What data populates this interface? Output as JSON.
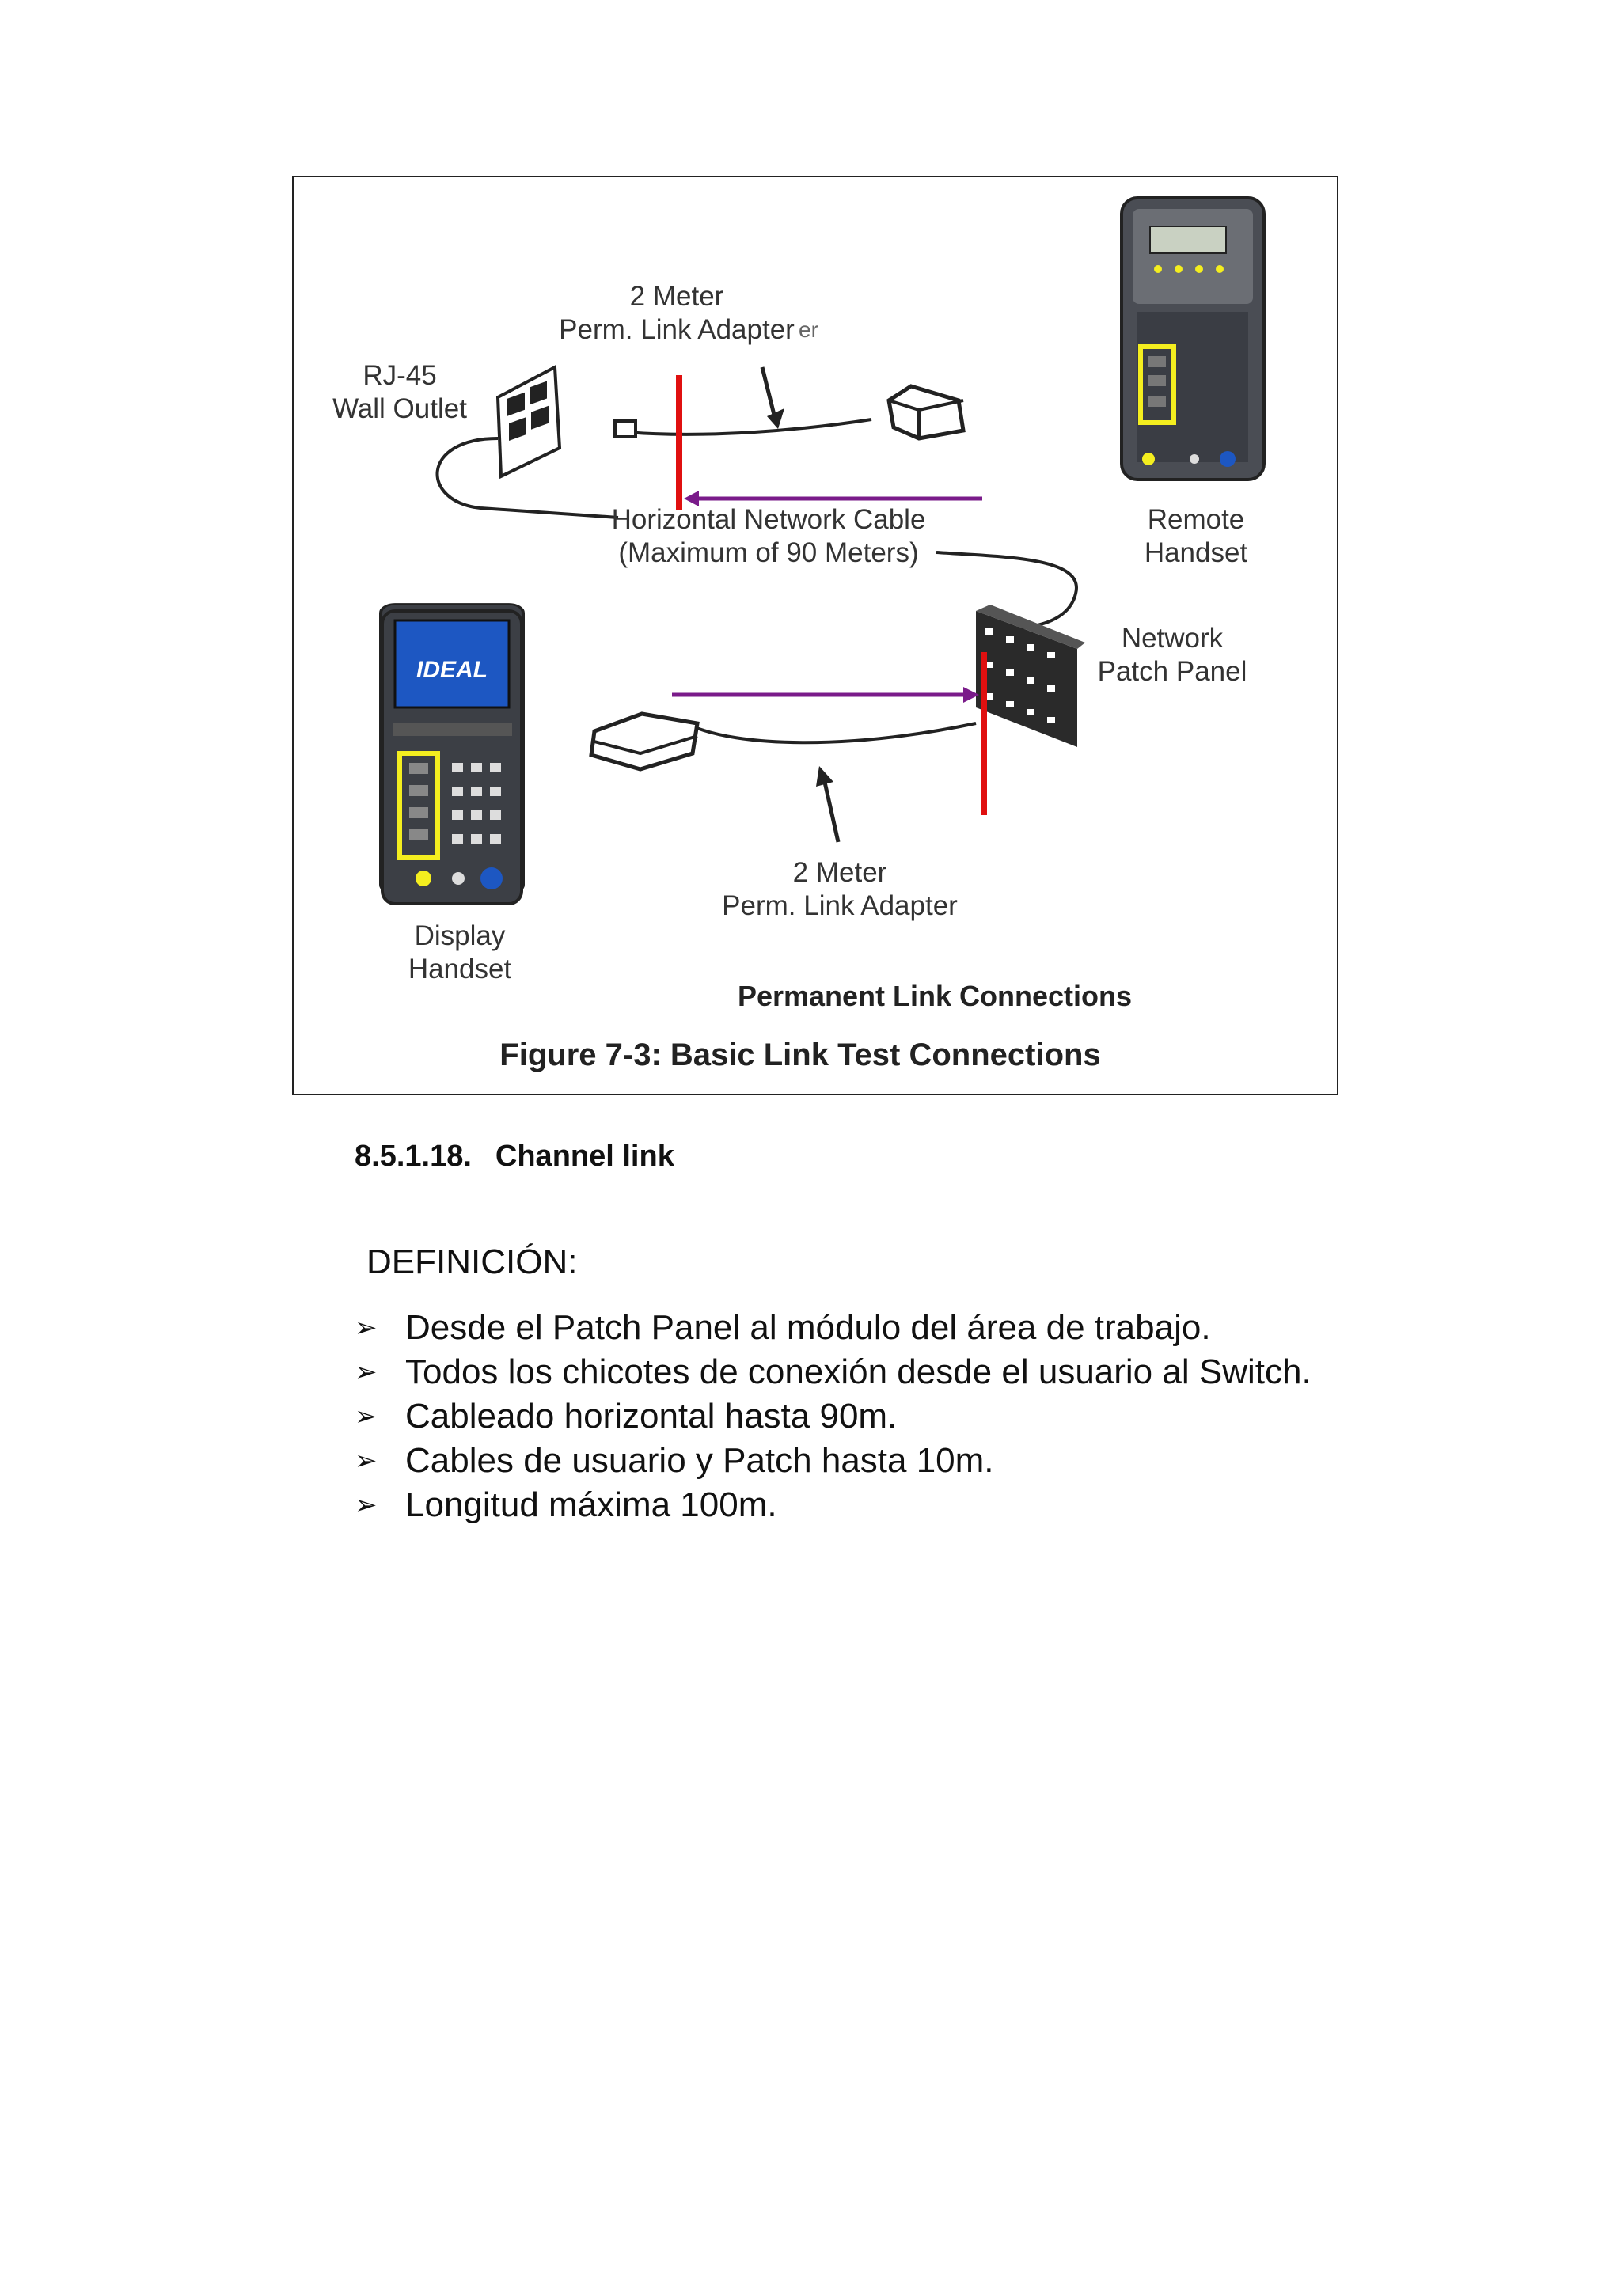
{
  "figure": {
    "labels": {
      "top_adapter_line1": "2 Meter",
      "top_adapter_line2": "Perm. Link Adapter",
      "top_adapter_stray": "er",
      "wall_outlet_line1": "RJ-45",
      "wall_outlet_line2": "Wall Outlet",
      "remote_line1": "Remote",
      "remote_line2": "Handset",
      "cable_line1": "Horizontal Network Cable",
      "cable_line2": "(Maximum of 90 Meters)",
      "patch_line1": "Network",
      "patch_line2": "Patch Panel",
      "bottom_adapter_line1": "2 Meter",
      "bottom_adapter_line2": "Perm. Link Adapter",
      "display_line1": "Display",
      "display_line2": "Handset",
      "logo_text": "IDEAL",
      "subcaption": "Permanent Link Connections",
      "caption": "Figure 7-3: Basic Link Test Connections"
    },
    "colors": {
      "red_marker": "#e01010",
      "purple_arrow": "#7a1b8a",
      "highlight": "#f4ee1f",
      "device_body": "#3c3f45",
      "screen_blue": "#1d57c2"
    },
    "icons": [
      "rj45-wall-outlet-icon",
      "remote-handset-icon",
      "display-handset-icon",
      "patch-panel-icon",
      "adapter-icon"
    ]
  },
  "section": {
    "number": "8.5.1.18.",
    "title": "Channel link"
  },
  "definition_label": "DEFINICIÓN:",
  "bullets": [
    "Desde el Patch Panel al módulo del área de trabajo.",
    "Todos los chicotes de conexión desde el usuario al Switch.",
    "Cableado horizontal hasta 90m.",
    "Cables de usuario y Patch hasta 10m.",
    "Longitud máxima 100m."
  ],
  "bullet_glyph": "➢"
}
